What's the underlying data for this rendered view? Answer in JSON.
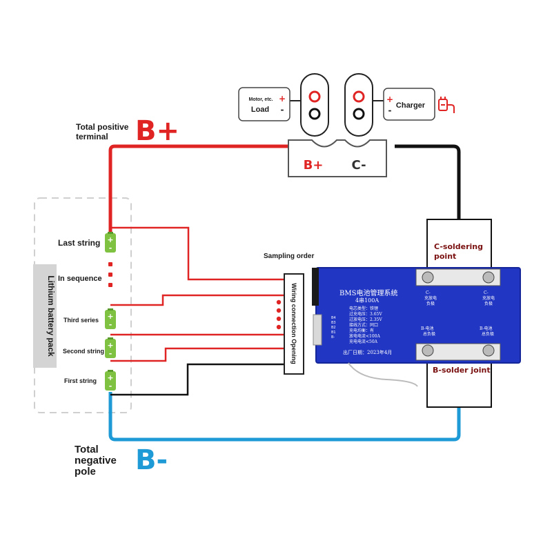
{
  "colors": {
    "positive": "#e02424",
    "negative": "#1e9ad6",
    "wire_black": "#111111",
    "cell_green": "#7fc241",
    "board_blue": "#2136c2",
    "terminal_red": "#e02424",
    "charger_icon": "#e02424"
  },
  "labels": {
    "total_positive_line1": "Total positive",
    "total_positive_line2": "terminal",
    "b_plus_big": "B+",
    "b_minus_big": "B-",
    "total_negative_line1": "Total",
    "total_negative_line2": "negative",
    "total_negative_line3": "pole",
    "pack_label": "Lithium battery pack",
    "last_string": "Last string",
    "in_sequence": "In sequence",
    "third_series": "Third series",
    "second_string": "Second string",
    "first_string": "First string",
    "sampling_order": "Sampling order",
    "wiring_connection": "Wiring connection Opening",
    "c_soldering_line1": "C-soldering",
    "c_soldering_line2": "point",
    "b_solder_joint": "B-solder joint",
    "load_small": "Motor, etc.",
    "load": "Load",
    "charger": "Charger",
    "terminal_plus": "+",
    "terminal_minus": "-",
    "connector_b_plus": "B+",
    "connector_c_minus": "C-",
    "cell_plus": "+",
    "cell_minus": "-"
  },
  "board": {
    "title": "BMS电池管理系统",
    "subtitle": "4串100A",
    "specs": [
      "电芯类型：铁锂",
      "过充电压：3.65V",
      "过放电压：2.35V",
      "接线方式：同口",
      "充电均衡：有",
      "放电电流<100A",
      "充电电流<50A"
    ],
    "date": "出厂日期：2023年4月",
    "c_pad_left_line1": "C-",
    "c_pad_left_line2": "充放电",
    "c_pad_left_line3": "负极",
    "c_pad_right_line1": "C-",
    "c_pad_right_line2": "充放电",
    "c_pad_right_line3": "负极",
    "b_pad_left_line1": "B-电池",
    "b_pad_left_line2": "总负极",
    "b_pad_right_line1": "B-电池",
    "b_pad_right_line2": "总负极",
    "pin_labels": [
      "B4",
      "B3",
      "B2",
      "B1",
      "B-"
    ]
  }
}
